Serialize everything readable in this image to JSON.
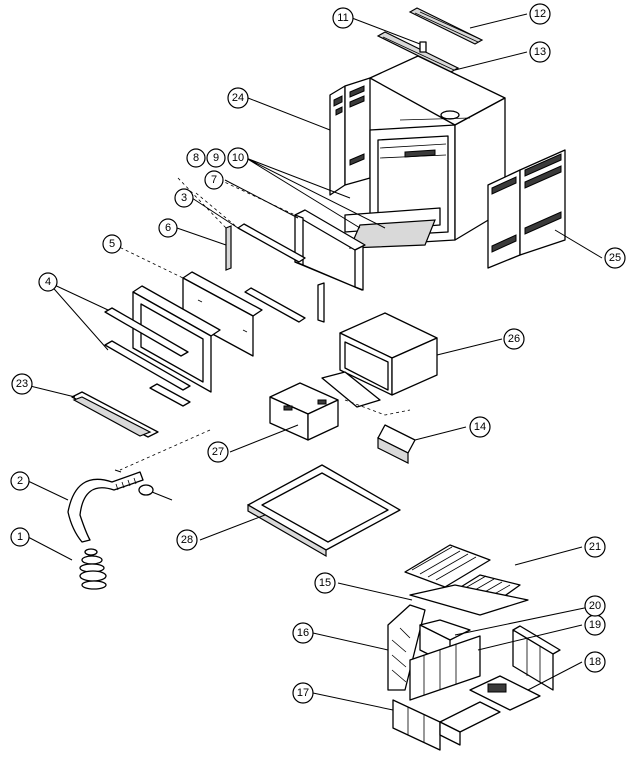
{
  "callouts": [
    {
      "id": "c1",
      "label": "1"
    },
    {
      "id": "c2",
      "label": "2"
    },
    {
      "id": "c3",
      "label": "3"
    },
    {
      "id": "c4",
      "label": "4"
    },
    {
      "id": "c5",
      "label": "5"
    },
    {
      "id": "c6",
      "label": "6"
    },
    {
      "id": "c7",
      "label": "7"
    },
    {
      "id": "c8",
      "label": "8"
    },
    {
      "id": "c9",
      "label": "9"
    },
    {
      "id": "c10",
      "label": "10"
    },
    {
      "id": "c11",
      "label": "11"
    },
    {
      "id": "c12",
      "label": "12"
    },
    {
      "id": "c13",
      "label": "13"
    },
    {
      "id": "c14",
      "label": "14"
    },
    {
      "id": "c15",
      "label": "15"
    },
    {
      "id": "c16",
      "label": "16"
    },
    {
      "id": "c17",
      "label": "17"
    },
    {
      "id": "c18",
      "label": "18"
    },
    {
      "id": "c19",
      "label": "19"
    },
    {
      "id": "c20",
      "label": "20"
    },
    {
      "id": "c21",
      "label": "21"
    },
    {
      "id": "c23",
      "label": "23"
    },
    {
      "id": "c24",
      "label": "24"
    },
    {
      "id": "c25",
      "label": "25"
    },
    {
      "id": "c26",
      "label": "26"
    },
    {
      "id": "c27",
      "label": "27"
    },
    {
      "id": "c28",
      "label": "28"
    }
  ]
}
